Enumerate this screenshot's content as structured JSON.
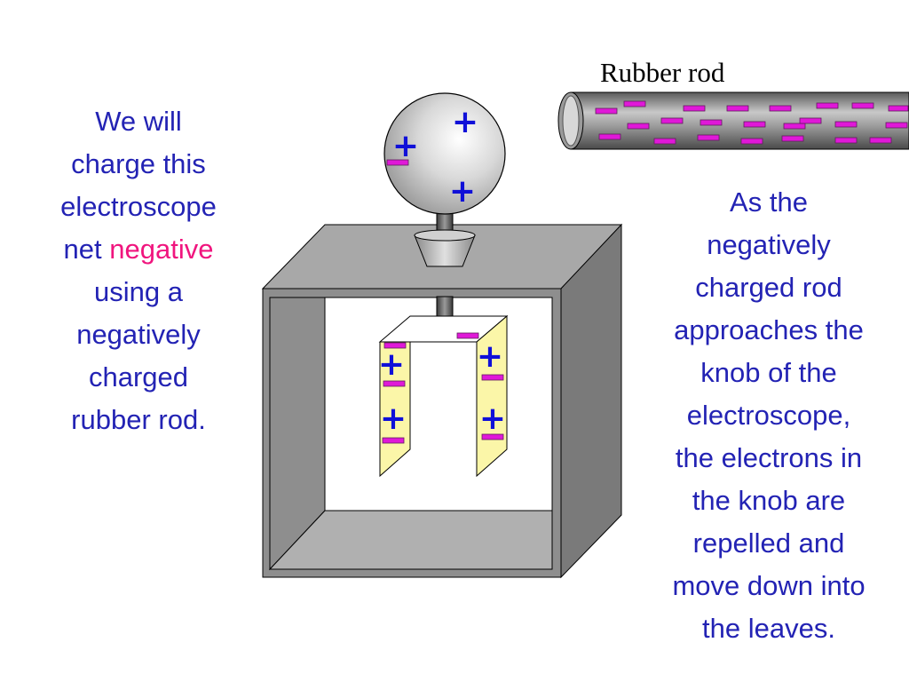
{
  "left_text": {
    "line1": "We will",
    "line2": "charge this",
    "line3": "electroscope",
    "line4_prefix": "net ",
    "line4_highlight": "negative",
    "line5": "using a",
    "line6": "negatively",
    "line7": "charged",
    "line8": "rubber rod."
  },
  "rod_label": "Rubber rod",
  "right_text": {
    "line1": "As the",
    "line2": "negatively",
    "line3": "charged rod",
    "line4": "approaches the",
    "line5": "knob of the",
    "line6": "electroscope,",
    "line7": "the electrons in",
    "line8": "the knob are",
    "line9": "repelled and",
    "line10": "move down into",
    "line11": "the leaves."
  },
  "colors": {
    "text_blue": "#2323b4",
    "highlight_pink": "#f0157e",
    "plus_blue": "#1010d8",
    "minus_magenta": "#e018d8",
    "leaf_yellow": "#fbf6a8",
    "box_gray": "#8a8a8a"
  },
  "symbols": {
    "plus": "+",
    "minus": "−"
  }
}
